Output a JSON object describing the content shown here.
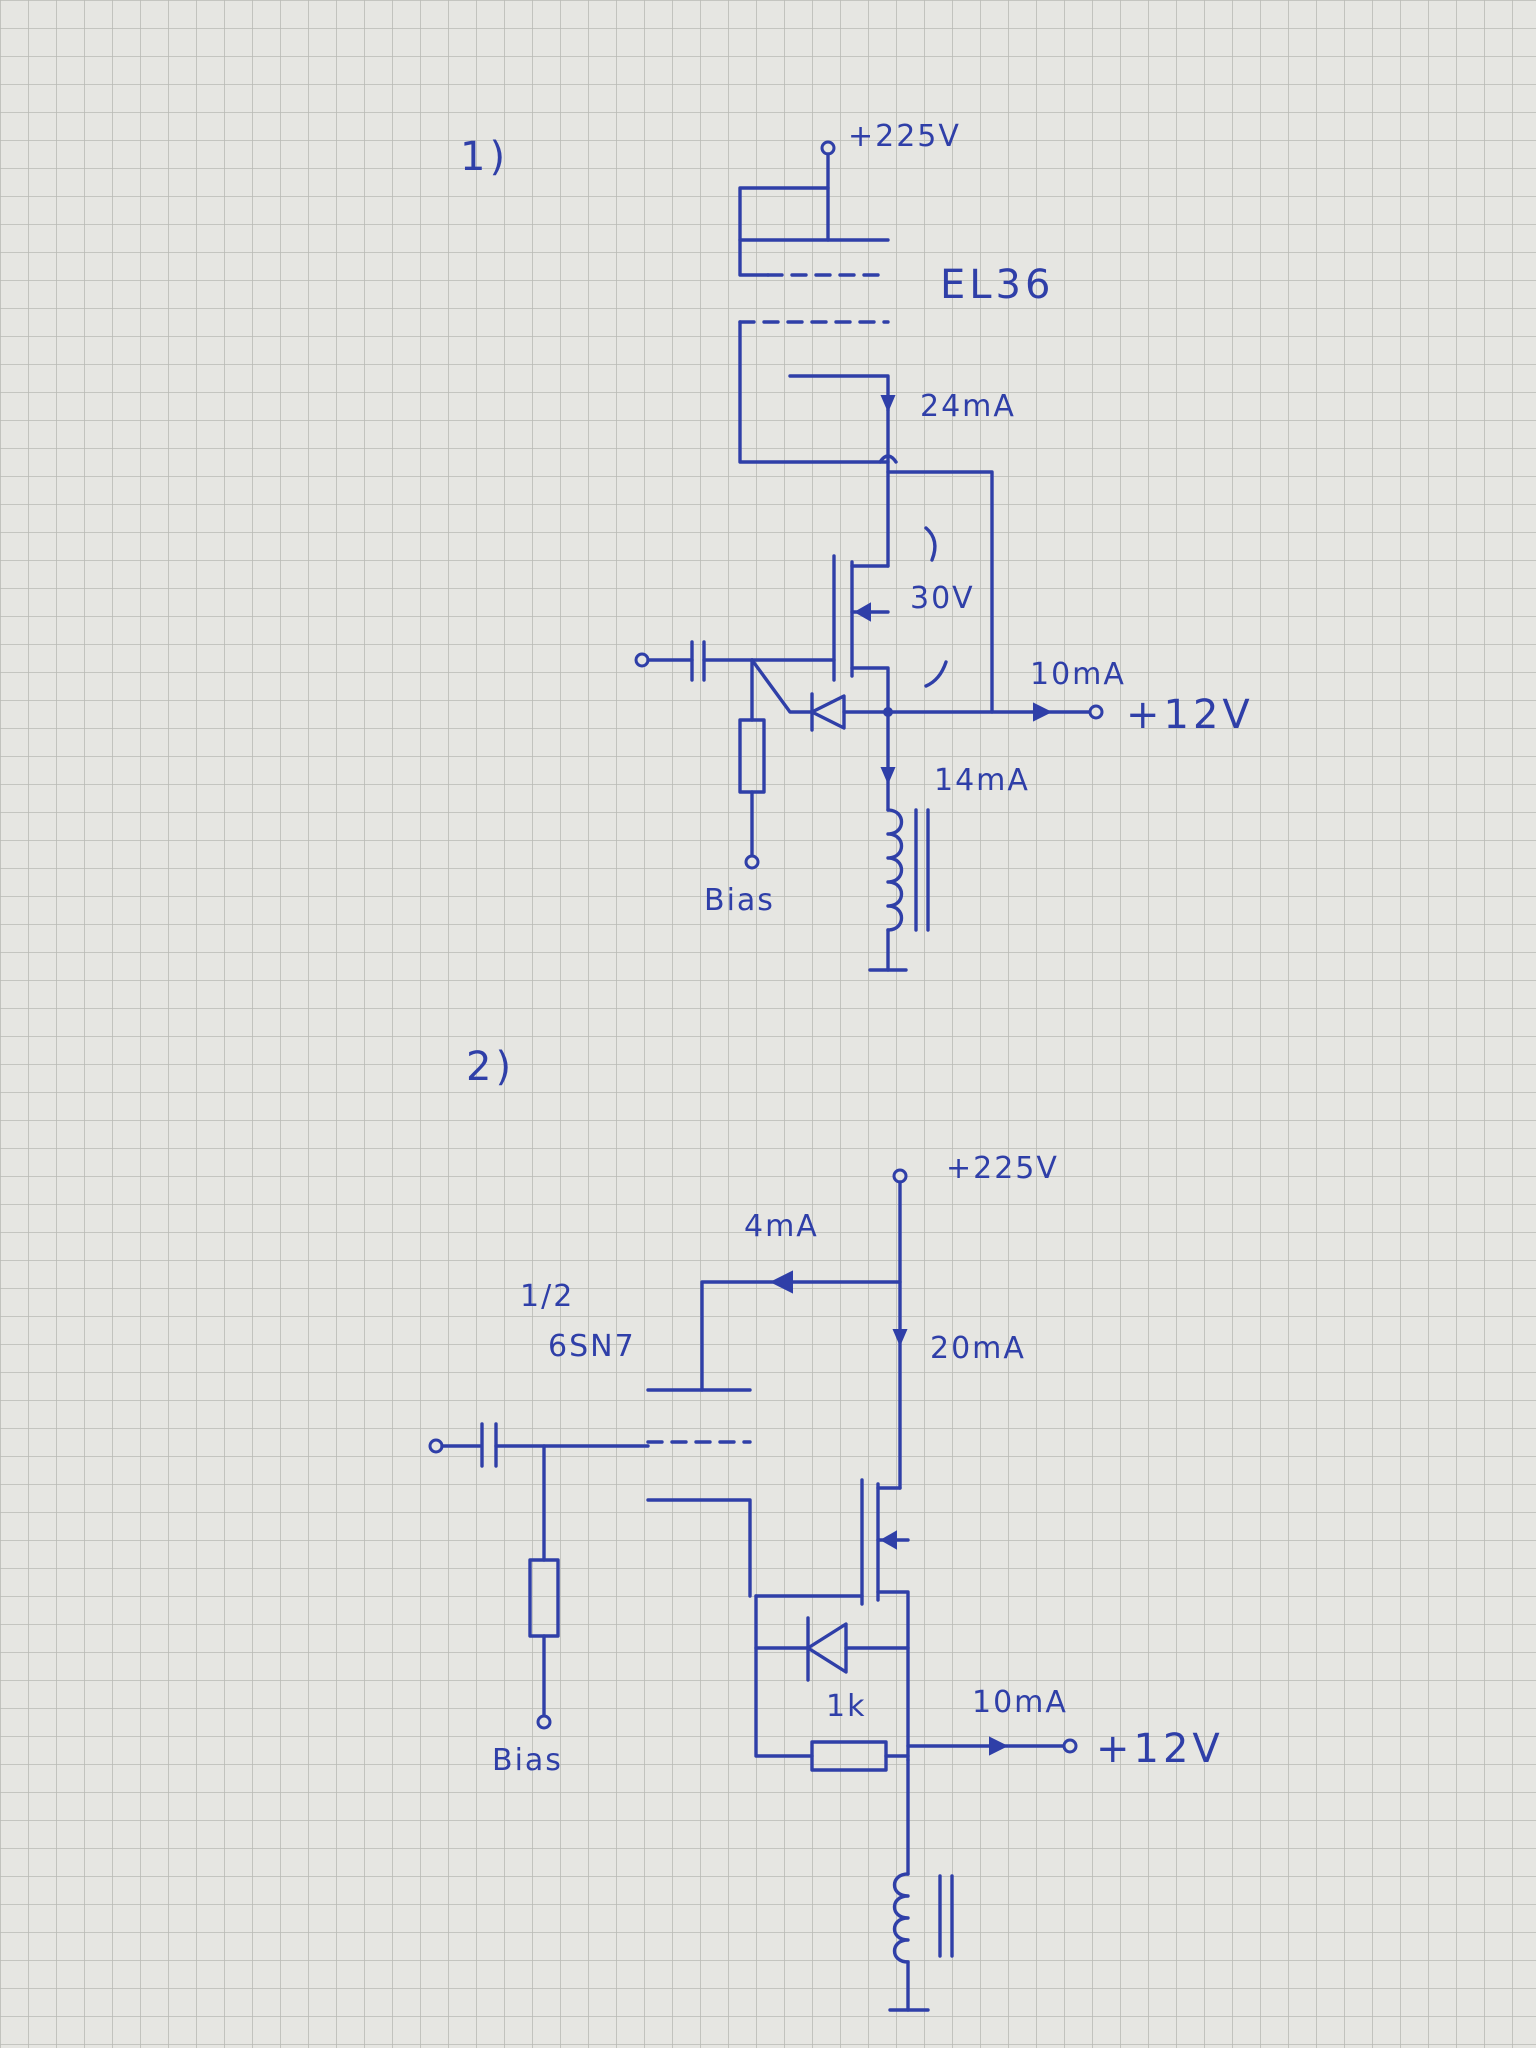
{
  "circuit1": {
    "number": "1)",
    "supply_label": "+225V",
    "tube_label": "EL36",
    "current_screen": "24mA",
    "voltage_drop": "30V",
    "current_out": "10mA",
    "rail_label": "+12V",
    "current_coil": "14mA",
    "bias_label": "Bias"
  },
  "circuit2": {
    "number": "2)",
    "supply_label": "+225V",
    "current_triode": "4mA",
    "tube_label_1": "1/2",
    "tube_label_2": "6SN7",
    "current_main": "20mA",
    "resistor_label": "1k",
    "current_out": "10mA",
    "rail_label": "+12V",
    "bias_label": "Bias"
  },
  "colors": {
    "ink": "#2f3fa8",
    "paper": "#e6e6e2",
    "grid": "#b9bab5"
  }
}
